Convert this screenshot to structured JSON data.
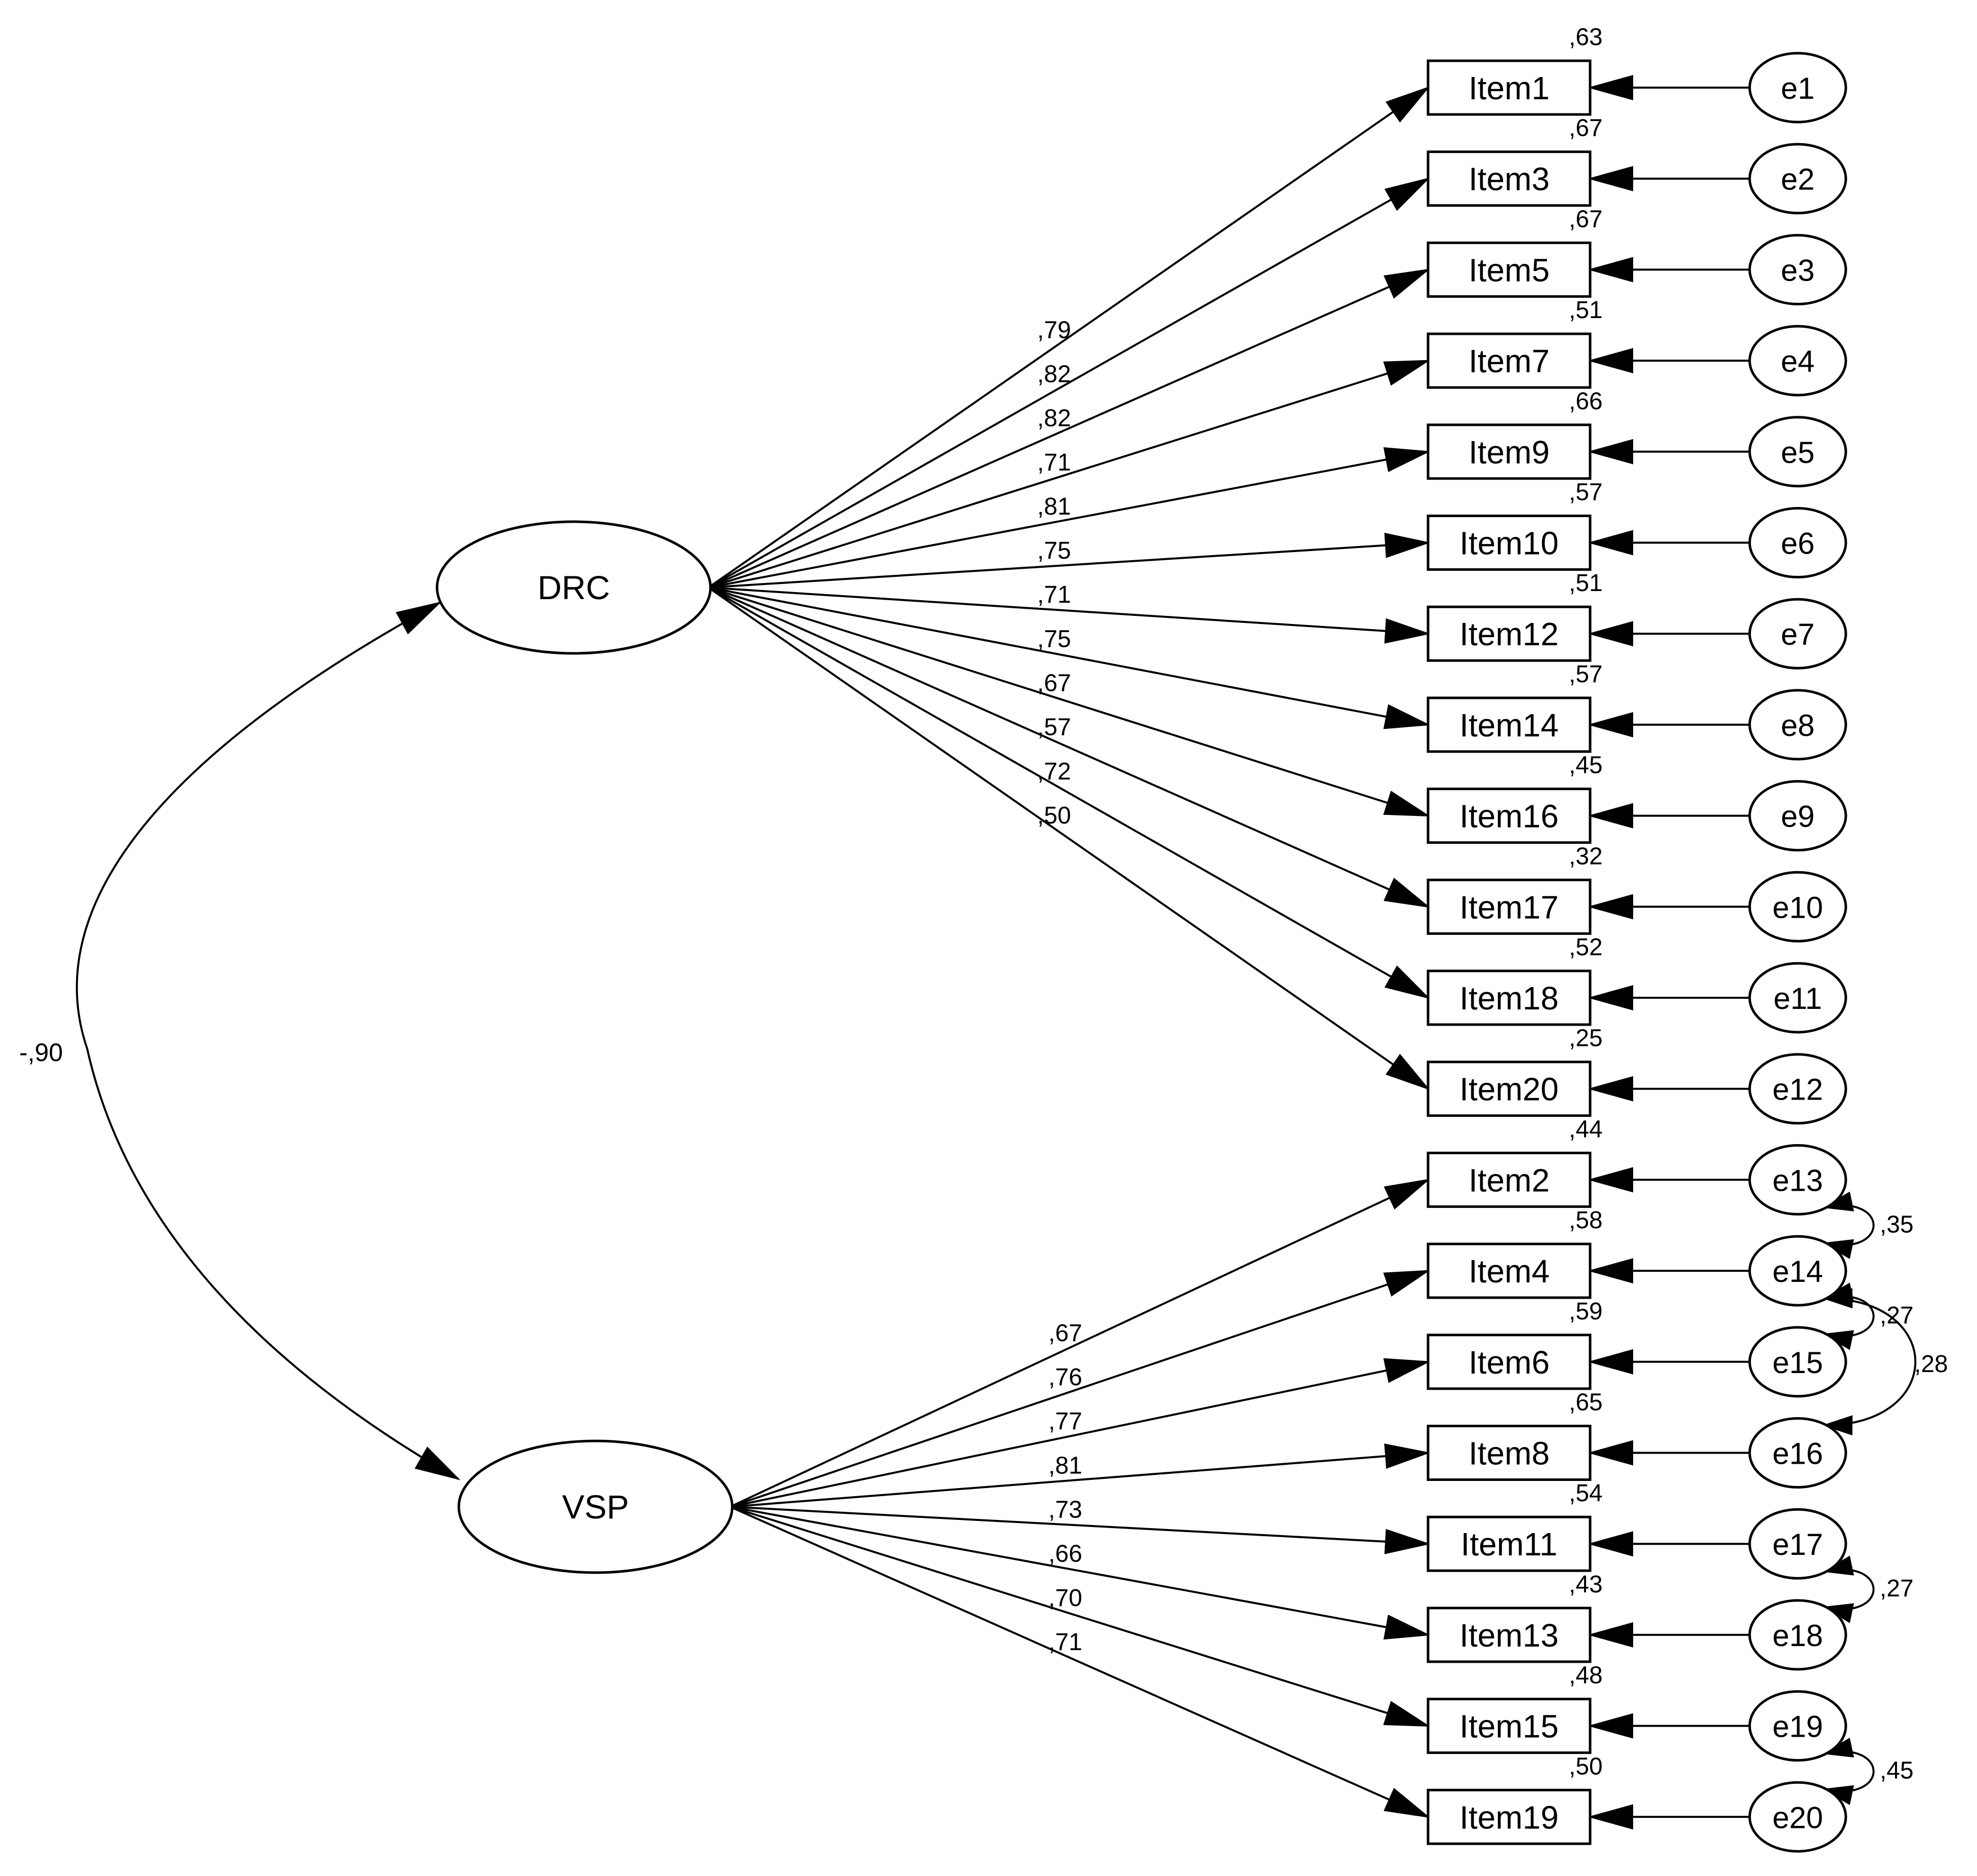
{
  "factors": [
    {
      "id": "DRC",
      "label": "DRC"
    },
    {
      "id": "VSP",
      "label": "VSP"
    }
  ],
  "factor_correlation": "-,90",
  "drc_items": [
    {
      "item": "Item1",
      "error": "e1",
      "loading": ",79",
      "r2": ",63"
    },
    {
      "item": "Item3",
      "error": "e2",
      "loading": ",82",
      "r2": ",67"
    },
    {
      "item": "Item5",
      "error": "e3",
      "loading": ",82",
      "r2": ",67"
    },
    {
      "item": "Item7",
      "error": "e4",
      "loading": ",71",
      "r2": ",51"
    },
    {
      "item": "Item9",
      "error": "e5",
      "loading": ",81",
      "r2": ",66"
    },
    {
      "item": "Item10",
      "error": "e6",
      "loading": ",75",
      "r2": ",57"
    },
    {
      "item": "Item12",
      "error": "e7",
      "loading": ",71",
      "r2": ",51"
    },
    {
      "item": "Item14",
      "error": "e8",
      "loading": ",75",
      "r2": ",57"
    },
    {
      "item": "Item16",
      "error": "e9",
      "loading": ",67",
      "r2": ",45"
    },
    {
      "item": "Item17",
      "error": "e10",
      "loading": ",57",
      "r2": ",32"
    },
    {
      "item": "Item18",
      "error": "e11",
      "loading": ",72",
      "r2": ",52"
    },
    {
      "item": "Item20",
      "error": "e12",
      "loading": ",50",
      "r2": ",25"
    }
  ],
  "vsp_items": [
    {
      "item": "Item2",
      "error": "e13",
      "loading": ",67",
      "r2": ",44"
    },
    {
      "item": "Item4",
      "error": "e14",
      "loading": ",76",
      "r2": ",58"
    },
    {
      "item": "Item6",
      "error": "e15",
      "loading": ",77",
      "r2": ",59"
    },
    {
      "item": "Item8",
      "error": "e16",
      "loading": ",81",
      "r2": ",65"
    },
    {
      "item": "Item11",
      "error": "e17",
      "loading": ",73",
      "r2": ",54"
    },
    {
      "item": "Item13",
      "error": "e18",
      "loading": ",66",
      "r2": ",43"
    },
    {
      "item": "Item15",
      "error": "e19",
      "loading": ",70",
      "r2": ",48"
    },
    {
      "item": "Item19",
      "error": "e20",
      "loading": ",71",
      "r2": ",50"
    }
  ],
  "error_covariances": [
    {
      "from": "e13",
      "to": "e14",
      "value": ",35"
    },
    {
      "from": "e14",
      "to": "e15",
      "value": ",27"
    },
    {
      "from": "e14",
      "to": "e16",
      "value": ",28"
    },
    {
      "from": "e17",
      "to": "e18",
      "value": ",27"
    },
    {
      "from": "e19",
      "to": "e20",
      "value": ",45"
    }
  ]
}
